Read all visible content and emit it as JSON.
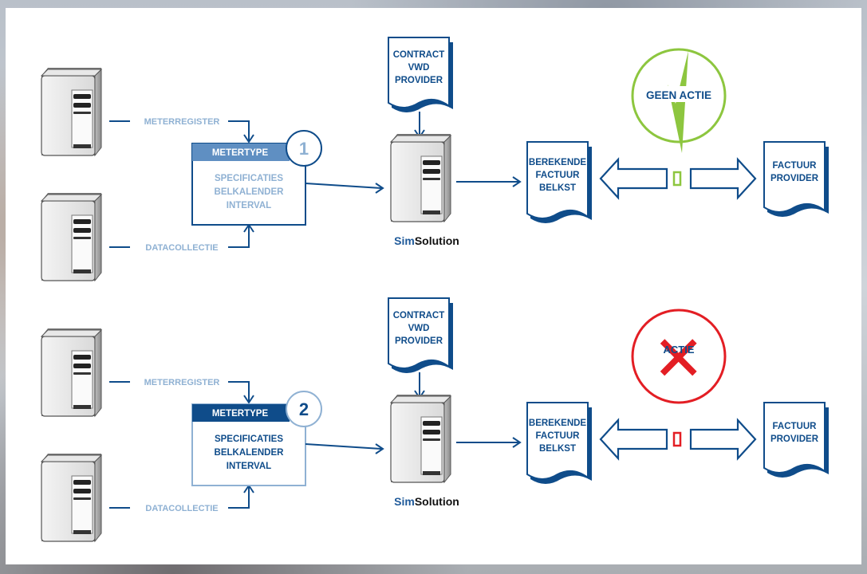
{
  "rows": [
    {
      "input_labels": [
        "METERREGISTER",
        "DATACOLLECTIE"
      ],
      "box_header": "METERTYPE",
      "box_lines": [
        "SPECIFICATIES",
        "BELKALENDER",
        "INTERVAL"
      ],
      "step_number": "1",
      "contract_lines": [
        "CONTRACT",
        "VWD",
        "PROVIDER"
      ],
      "server_name_prefix": "Sim",
      "server_name_suffix": "Solution",
      "calc_lines": [
        "BEREKENDE",
        "FACTUUR",
        "BELKST"
      ],
      "provider_lines": [
        "FACTUUR",
        "PROVIDER"
      ],
      "status_text": "GEEN ACTIE",
      "status_color": "#8dc63f",
      "theme_color": "#8fb1d3"
    },
    {
      "input_labels": [
        "METERREGISTER",
        "DATACOLLECTIE"
      ],
      "box_header": "METERTYPE",
      "box_lines": [
        "SPECIFICATIES",
        "BELKALENDER",
        "INTERVAL"
      ],
      "step_number": "2",
      "contract_lines": [
        "CONTRACT",
        "VWD",
        "PROVIDER"
      ],
      "server_name_prefix": "Sim",
      "server_name_suffix": "Solution",
      "calc_lines": [
        "BEREKENDE",
        "FACTUUR",
        "BELKST"
      ],
      "provider_lines": [
        "FACTUUR",
        "PROVIDER"
      ],
      "status_text": "ACTIE",
      "status_color": "#e31e24",
      "theme_color": "#0f4c8a"
    }
  ],
  "colors": {
    "dark_blue": "#0f4c8a",
    "light_blue": "#8fb1d3",
    "brand_blue": "#1f5a9a",
    "brand_black": "#111111"
  }
}
